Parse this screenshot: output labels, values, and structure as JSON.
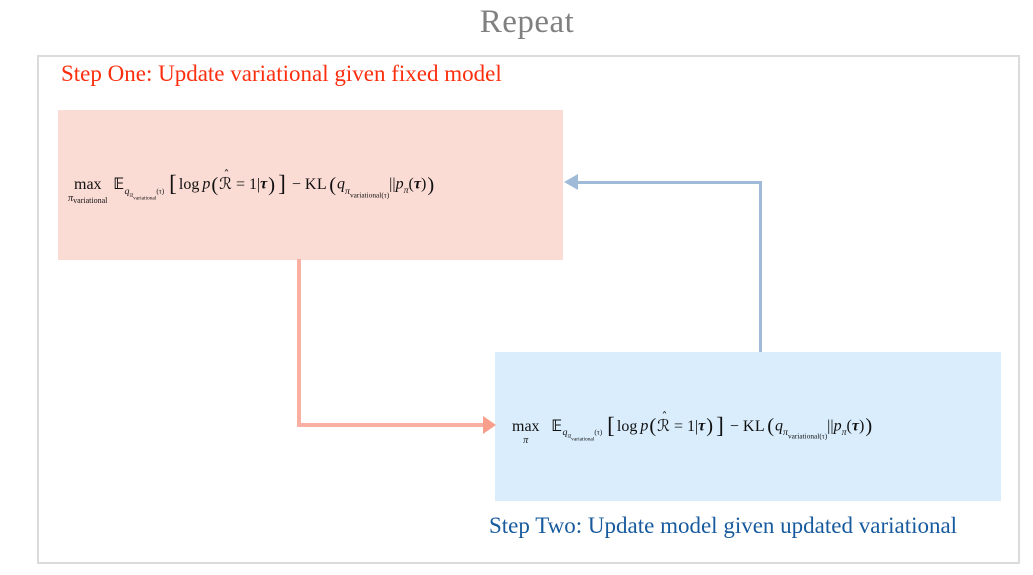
{
  "title": "Repeat",
  "colors": {
    "title_gray": "#808080",
    "frame_border": "#dbdbdb",
    "step_one_heading": "#fb2e0d",
    "step_one_box": "#fbdcd5",
    "step_one_arrow": "#f9b0a2",
    "step_two_heading": "#175a9d",
    "step_two_box": "#d9edfc",
    "step_two_arrow": "#9fbbd8"
  },
  "step_one": {
    "heading": "Step One: Update variational given fixed model",
    "formula": {
      "max": "max",
      "max_pi": "π",
      "max_label": "variational",
      "E": "𝔼",
      "e_q": "q",
      "e_pi": "π",
      "e_var": "variational",
      "e_args": "(τ)",
      "lbrack": "[",
      "log": "log",
      "p1": "p",
      "lparen1": "(",
      "hat": "ˆ",
      "R": "ℛ",
      "eq": "= 1|",
      "tau1": "τ",
      "rparen1": ")",
      "rbrack": "]",
      "minus": "−",
      "kl": "KL",
      "lparen2": "(",
      "q2": "q",
      "q2_pi": "π",
      "q2_var": "variational",
      "q2_args": "(τ)",
      "pipes": "||",
      "p2": "p",
      "p2_pi": "π",
      "lp3": "(",
      "tau2": "τ",
      "rp3": ")",
      "rparen2": ")"
    }
  },
  "step_two": {
    "heading": "Step Two: Update model given updated variational",
    "formula": {
      "max": "max",
      "max_pi": "π",
      "E": "𝔼",
      "e_q": "q",
      "e_pi": "π",
      "e_var": "variational",
      "e_args": "(τ)",
      "lbrack": "[",
      "log": "log",
      "p1": "p",
      "lparen1": "(",
      "hat": "ˆ",
      "R": "ℛ",
      "eq": "= 1|",
      "tau1": "τ",
      "rparen1": ")",
      "rbrack": "]",
      "minus": "−",
      "kl": "KL",
      "lparen2": "(",
      "q2": "q",
      "q2_pi": "π",
      "q2_var": "variational",
      "q2_args": "(τ)",
      "pipes": "||",
      "p2": "p",
      "p2_pi": "π",
      "lp3": "(",
      "tau2": "τ",
      "rp3": ")",
      "rparen2": ")"
    }
  }
}
